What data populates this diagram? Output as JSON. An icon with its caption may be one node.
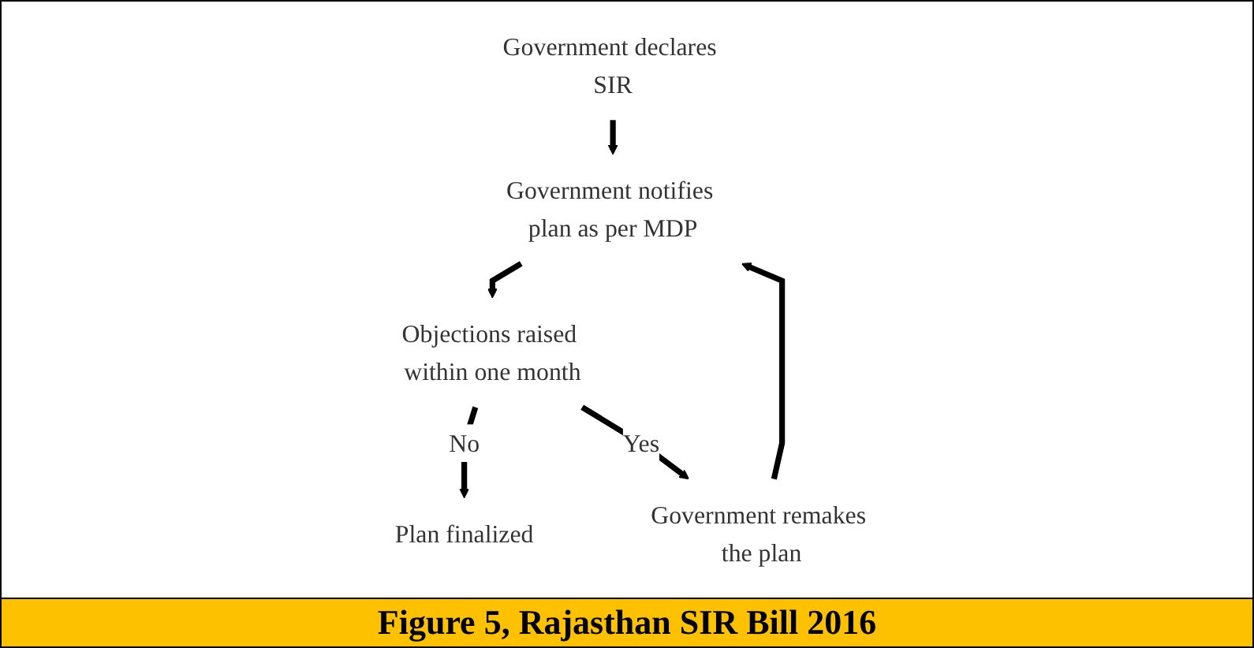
{
  "diagram": {
    "caption": "Figure 5, Rajasthan SIR Bill 2016",
    "nodes": [
      {
        "text": [
          "Government declares SIR"
        ]
      },
      {
        "text": [
          "Government notifies plan as per MDP"
        ]
      },
      {
        "text": [
          "Government remakes the plan"
        ]
      },
      {
        "text": [
          "Objections raised within one month"
        ]
      },
      {
        "text": [
          "Plan finalized"
        ]
      }
    ],
    "edges": [
      {
        "from": 0,
        "to": 1,
        "arrow": "to"
      },
      {
        "from": 1,
        "to": 3,
        "arrow": "to"
      },
      {
        "from": 3,
        "to": 4,
        "arrow": "to",
        "label": "No"
      },
      {
        "from": 3,
        "to": 2,
        "arrow": "to",
        "label": "Yes"
      },
      {
        "from": 2,
        "to": 1,
        "arrow": "to"
      }
    ]
  }
}
